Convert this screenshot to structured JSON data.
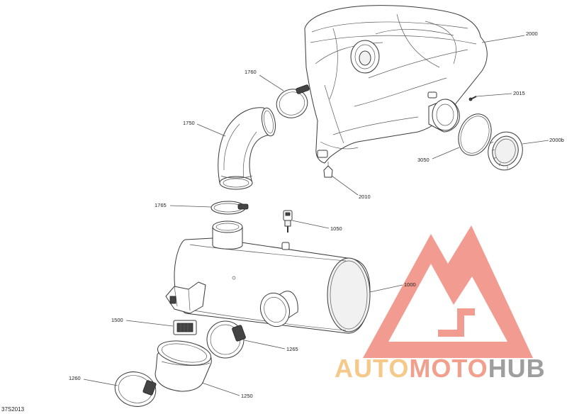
{
  "diagram": {
    "drawing_code": "37S2013",
    "callouts": [
      {
        "label": "2000",
        "part": "air-filter-housing"
      },
      {
        "label": "2015",
        "part": "screw"
      },
      {
        "label": "2000b",
        "part": "housing-ring-nut"
      },
      {
        "label": "3050",
        "part": "o-ring-gasket"
      },
      {
        "label": "2010",
        "part": "drain-valve"
      },
      {
        "label": "1760",
        "part": "upper-hose-clamp"
      },
      {
        "label": "1750",
        "part": "elbow-hose"
      },
      {
        "label": "1765",
        "part": "lower-hose-clamp"
      },
      {
        "label": "1050",
        "part": "sensor"
      },
      {
        "label": "1000",
        "part": "resonator-box"
      },
      {
        "label": "1500",
        "part": "connector"
      },
      {
        "label": "1265",
        "part": "outlet-clamp"
      },
      {
        "label": "1260",
        "part": "sleeve-clamp"
      },
      {
        "label": "1250",
        "part": "rubber-sleeve"
      }
    ]
  },
  "watermark": {
    "segments": [
      {
        "text": "AUTO",
        "color": "#F5C98A"
      },
      {
        "text": "MOTO",
        "color": "#F2A08E"
      },
      {
        "text": "HUB",
        "color": "#9E9E9E"
      }
    ],
    "logo_color": "#F08A7E"
  }
}
